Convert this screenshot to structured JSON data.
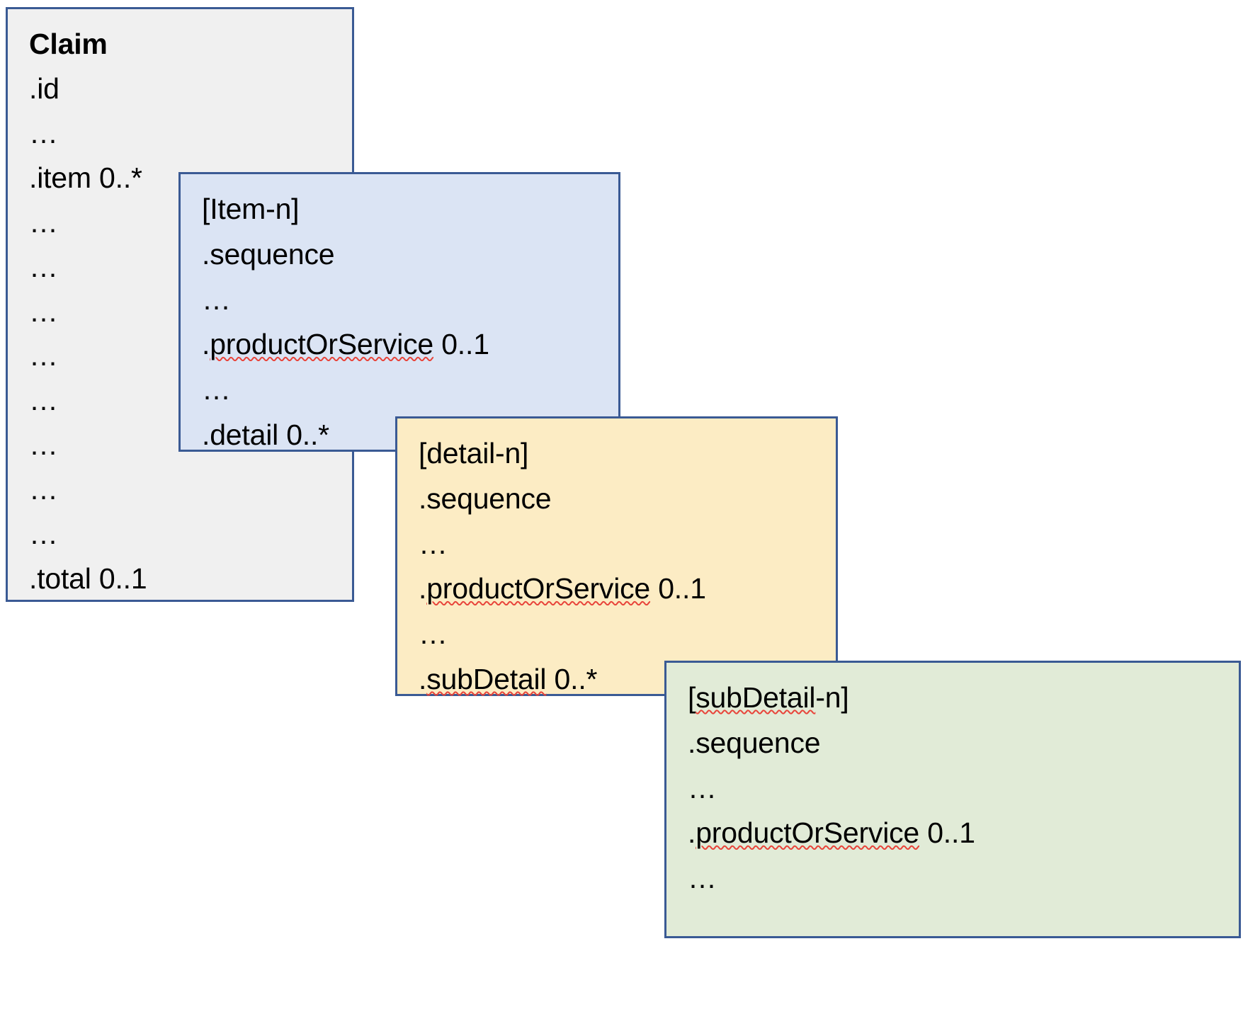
{
  "diagram": {
    "type": "nested-resource-structure",
    "title": "Claim resource nested item / detail / subDetail structure",
    "boxes": [
      {
        "id": "claim",
        "name": "Claim",
        "fill_color": "#f0f0f0",
        "border_color": "#3a5a94",
        "lines": [
          {
            "text": "Claim",
            "style": "title"
          },
          {
            "text": ".id",
            "style": "normal"
          },
          {
            "text": "…",
            "style": "dots"
          },
          {
            "text": ".item 0..*",
            "style": "normal"
          },
          {
            "text": "…",
            "style": "dots"
          },
          {
            "text": "…",
            "style": "dots"
          },
          {
            "text": "…",
            "style": "dots"
          },
          {
            "text": "…",
            "style": "dots"
          },
          {
            "text": "…",
            "style": "dots"
          },
          {
            "text": "…",
            "style": "dots"
          },
          {
            "text": "…",
            "style": "dots"
          },
          {
            "text": "…",
            "style": "dots"
          },
          {
            "text": ".total 0..1",
            "style": "normal"
          }
        ]
      },
      {
        "id": "item",
        "name": "[Item-n]",
        "fill_color": "#dbe4f4",
        "border_color": "#3a5a94",
        "lines": [
          {
            "text": "[Item-n]",
            "style": "normal"
          },
          {
            "text": ".sequence",
            "style": "normal"
          },
          {
            "text": "…",
            "style": "dots"
          },
          {
            "text": ".productOrService 0..1",
            "style": "spell",
            "misspelled": "productOrService",
            "prefix": ".",
            "suffix": " 0..1"
          },
          {
            "text": "…",
            "style": "dots"
          },
          {
            "text": ".detail 0..*",
            "style": "normal"
          }
        ]
      },
      {
        "id": "detail",
        "name": "[detail-n]",
        "fill_color": "#fcecc4",
        "border_color": "#3a5a94",
        "lines": [
          {
            "text": "[detail-n]",
            "style": "normal"
          },
          {
            "text": ".sequence",
            "style": "normal"
          },
          {
            "text": "…",
            "style": "dots"
          },
          {
            "text": ".productOrService 0..1",
            "style": "spell",
            "misspelled": "productOrService",
            "prefix": ".",
            "suffix": " 0..1"
          },
          {
            "text": "…",
            "style": "dots"
          },
          {
            "text": ".subDetail 0..*",
            "style": "spell",
            "misspelled": "subDetail",
            "prefix": ".",
            "suffix": " 0..*"
          }
        ]
      },
      {
        "id": "subdetail",
        "name": "[subDetail-n]",
        "fill_color": "#e1ebd7",
        "border_color": "#3a5a94",
        "lines": [
          {
            "text": "[subDetail-n]",
            "style": "spell",
            "misspelled": "subDetail",
            "prefix": "[",
            "suffix": "-n]"
          },
          {
            "text": ".sequence",
            "style": "normal"
          },
          {
            "text": "…",
            "style": "dots"
          },
          {
            "text": ".productOrService 0..1",
            "style": "spell",
            "misspelled": "productOrService",
            "prefix": ".",
            "suffix": " 0..1"
          },
          {
            "text": "…",
            "style": "dots"
          }
        ]
      }
    ]
  },
  "claim": {
    "lines": {
      "l0": "Claim",
      "l1": ".id",
      "l2": "…",
      "l3": ".item 0..*",
      "l4": "…",
      "l5": "…",
      "l6": "…",
      "l7": "…",
      "l8": "…",
      "l9": "…",
      "l10": "…",
      "l11": "…",
      "l12": ".total 0..1"
    }
  },
  "item": {
    "lines": {
      "l0": "[Item-n]",
      "l1": ".sequence",
      "l2": "…",
      "l3_prefix": ".",
      "l3_word": "productOrService",
      "l3_suffix": " 0..1",
      "l4": "…",
      "l5": ".detail 0..*"
    }
  },
  "detail": {
    "lines": {
      "l0": "[detail-n]",
      "l1": ".sequence",
      "l2": "…",
      "l3_prefix": ".",
      "l3_word": "productOrService",
      "l3_suffix": " 0..1",
      "l4": "…",
      "l5_prefix": ".",
      "l5_word": "subDetail",
      "l5_suffix": " 0..*"
    }
  },
  "subdetail": {
    "lines": {
      "l0_prefix": "[",
      "l0_word": "subDetail",
      "l0_suffix": "-n]",
      "l1": ".sequence",
      "l2": "…",
      "l3_prefix": ".",
      "l3_word": "productOrService",
      "l3_suffix": " 0..1",
      "l4": "…"
    }
  }
}
